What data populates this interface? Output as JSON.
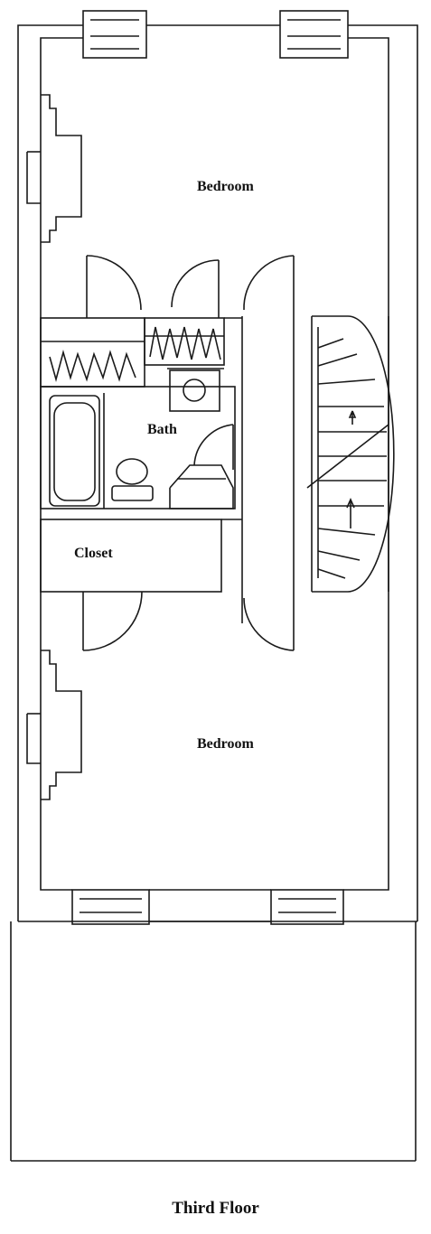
{
  "labels": {
    "bedroom_top": "Bedroom",
    "bath": "Bath",
    "closet": "Closet",
    "bedroom_bottom": "Bedroom"
  },
  "caption": "Third Floor"
}
